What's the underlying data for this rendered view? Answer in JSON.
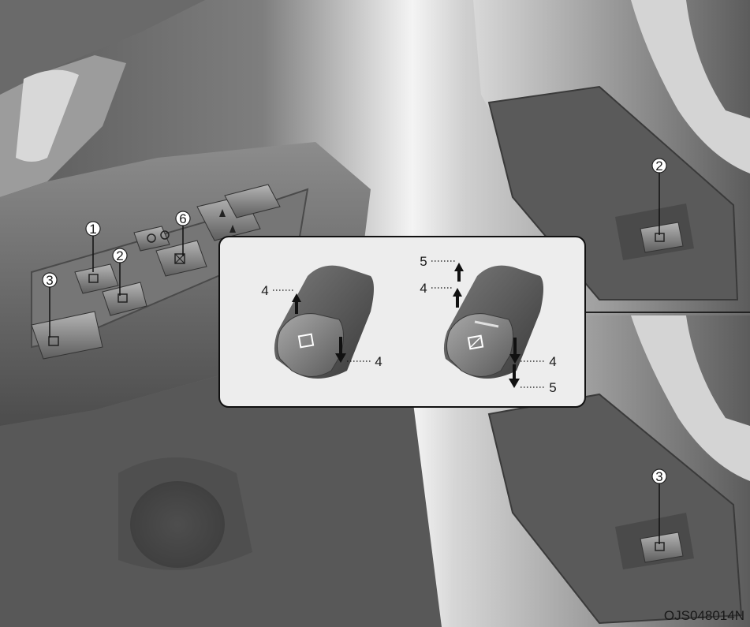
{
  "image_code": "OJS048014N",
  "callouts": {
    "driver_window_switch": "1",
    "driver_panel_rear_switch": "2",
    "driver_panel_lower_switch": "3",
    "lock_button": "6",
    "right_upper_switch": "2",
    "right_lower_switch": "3"
  },
  "inset": {
    "left_switch_up": "4",
    "left_switch_down": "4",
    "right_switch_up_first": "4",
    "right_switch_up_second": "5",
    "right_switch_down_first": "4",
    "right_switch_down_second": "5"
  },
  "colors": {
    "panel_dark": "#4a4a4a",
    "panel_mid": "#6e6e6e",
    "panel_light": "#9a9a9a",
    "highlight": "#e6e6e6",
    "inset_bg": "#ececec",
    "arrow": "#111111"
  },
  "icons": [
    "window-up-icon",
    "window-auto-icon",
    "window-lock-icon",
    "mirror-adjust-icon",
    "door-lock-icon",
    "leader-line-icon",
    "arrow-up-icon",
    "arrow-down-icon"
  ]
}
